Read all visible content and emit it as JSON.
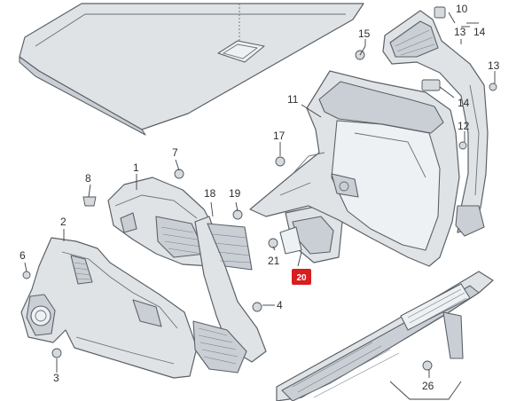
{
  "callouts": {
    "c1": "1",
    "c2": "2",
    "c3": "3",
    "c4": "4",
    "c6": "6",
    "c7": "7",
    "c8": "8",
    "c10": "10",
    "c11": "11",
    "c12": "12",
    "c13a": "13",
    "c13b": "13",
    "c14a": "14",
    "c14b": "14",
    "c15": "15",
    "c17": "17",
    "c18": "18",
    "c19": "19",
    "c20": "20",
    "c21": "21",
    "c26": "26"
  },
  "colors": {
    "highlight_badge": "#d81e1e",
    "part_fill": "#dfe3e6",
    "line": "#5b6268"
  }
}
